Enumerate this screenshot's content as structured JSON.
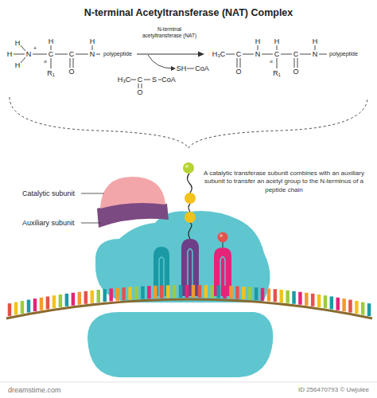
{
  "diagram": {
    "title": "N-terminal Acetyltransferase (NAT) Complex",
    "labels": [
      "H",
      "H",
      "H",
      "N",
      "+",
      "H",
      "C",
      "α",
      "R₁",
      "C",
      "O",
      "N",
      "H",
      "polypeptide",
      "N-terminal acetyltransferase (NAT)",
      "H₃C",
      "C",
      "O",
      "S",
      "CoA",
      "SH",
      "CoA",
      "H₃C",
      "C",
      "O",
      "N",
      "H",
      "C",
      "H",
      "α",
      "R₁",
      "C",
      "O",
      "N",
      "H",
      "polypeptide",
      "A catalytic transferase subunit combines with an auxiliary subunit to transfer an acetyl group to the N-terminus of a peptide chain",
      "Catalytic subunit",
      "Auxiliary subunit",
      "dreamstime.com",
      "ID 256470793 © Uwjulee"
    ]
  }
}
